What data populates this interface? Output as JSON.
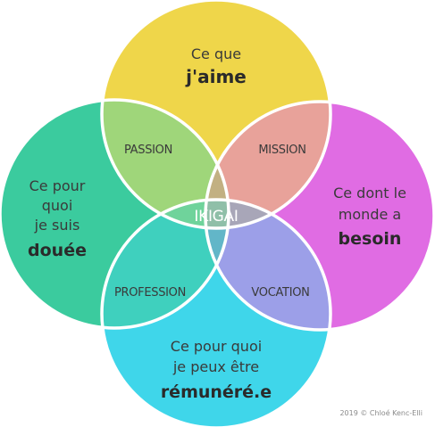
{
  "circles": {
    "top": {
      "line1": "Ce que",
      "line2": "",
      "emphasis": "j'aime",
      "color": "#EFD64A"
    },
    "left": {
      "line1": "Ce pour",
      "line2": "quoi",
      "line3": "je suis",
      "emphasis": "douée",
      "color": "#3BCB9E"
    },
    "right": {
      "line1": "Ce dont le",
      "line2": "monde a",
      "emphasis": "besoin",
      "color": "#E06CE3"
    },
    "bottom": {
      "line1": "Ce pour quoi",
      "line2": "je peux être",
      "emphasis": "rémunéré.e",
      "color": "#3FD6EA"
    }
  },
  "intersections": {
    "passion": "PASSION",
    "mission": "MISSION",
    "profession": "PROFESSION",
    "vocation": "VOCATION"
  },
  "center": "IKIGAI",
  "credit": "2019 © Chloé Kenc-Elli",
  "colors": {
    "passion": "#9FD67A",
    "mission": "#E8A29A",
    "profession": "#3FD0BE",
    "vocation": "#9C9FE8",
    "core": "#6FBFB4",
    "outline": "#ffffff"
  }
}
